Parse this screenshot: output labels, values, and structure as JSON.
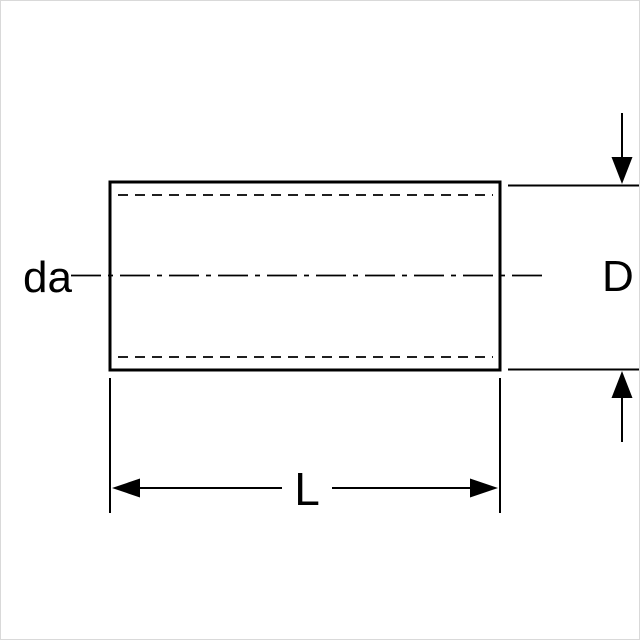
{
  "diagram": {
    "labels": {
      "outer_diameter": "da",
      "diameter": "D",
      "length": "L"
    },
    "colors": {
      "line": "#000000",
      "background": "#ffffff",
      "frame": "#d9d9d9"
    }
  }
}
